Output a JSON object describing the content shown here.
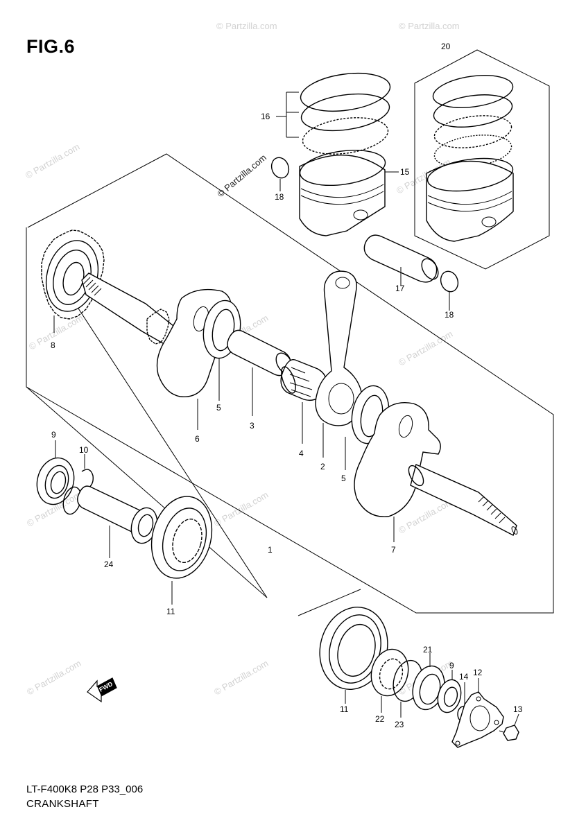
{
  "figure": {
    "title": "FIG.6",
    "code": "LT-F400K8 P28 P33_006",
    "name": "CRANKSHAFT"
  },
  "watermark": {
    "text": "© Partzilla.com",
    "color": "#d2d2d2"
  },
  "fwd_arrow": {
    "label": "FWD"
  },
  "callouts": [
    {
      "id": "c1",
      "label": "1"
    },
    {
      "id": "c2",
      "label": "2"
    },
    {
      "id": "c3",
      "label": "3"
    },
    {
      "id": "c4",
      "label": "4"
    },
    {
      "id": "c5a",
      "label": "5"
    },
    {
      "id": "c5b",
      "label": "5"
    },
    {
      "id": "c6",
      "label": "6"
    },
    {
      "id": "c7",
      "label": "7"
    },
    {
      "id": "c8",
      "label": "8"
    },
    {
      "id": "c9a",
      "label": "9"
    },
    {
      "id": "c9b",
      "label": "9"
    },
    {
      "id": "c10",
      "label": "10"
    },
    {
      "id": "c11a",
      "label": "11"
    },
    {
      "id": "c11b",
      "label": "11"
    },
    {
      "id": "c12",
      "label": "12"
    },
    {
      "id": "c13",
      "label": "13"
    },
    {
      "id": "c14",
      "label": "14"
    },
    {
      "id": "c15",
      "label": "15"
    },
    {
      "id": "c16",
      "label": "16"
    },
    {
      "id": "c17",
      "label": "17"
    },
    {
      "id": "c18a",
      "label": "18"
    },
    {
      "id": "c18b",
      "label": "18"
    },
    {
      "id": "c20",
      "label": "20"
    },
    {
      "id": "c21",
      "label": "21"
    },
    {
      "id": "c22",
      "label": "22"
    },
    {
      "id": "c23",
      "label": "23"
    },
    {
      "id": "c24",
      "label": "24"
    }
  ]
}
